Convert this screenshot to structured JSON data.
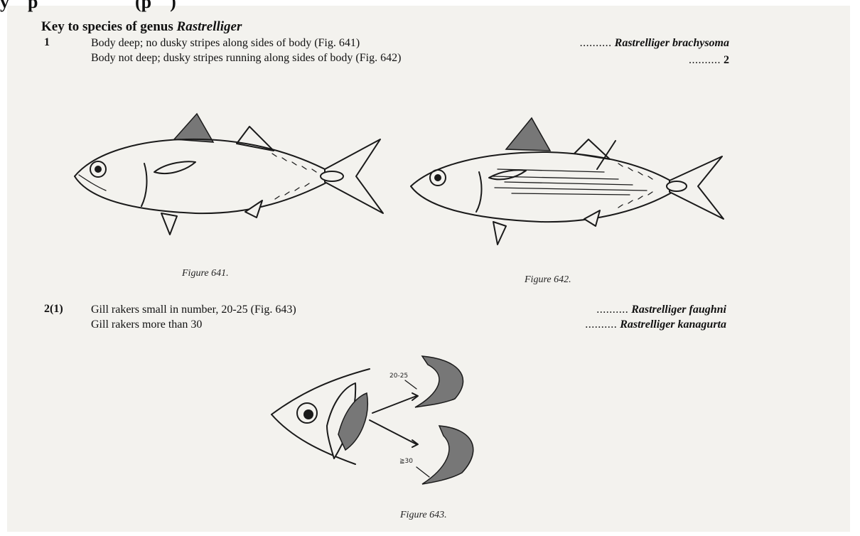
{
  "header_fragment": "y    p                     (p    )",
  "heading": {
    "prefix": "Key to species of genus ",
    "genus": "Rastrelliger"
  },
  "couplet1": {
    "number": "1",
    "lead_a": {
      "text": "Body deep; no dusky stripes along sides of body (Fig. 641)",
      "dots": "..........",
      "result": "Rastrelliger brachysoma"
    },
    "lead_b": {
      "text": "Body not deep; dusky stripes running along sides of body (Fig. 642)",
      "dots": "..........",
      "result": "2"
    }
  },
  "figures": {
    "fig641": {
      "caption": "Figure 641."
    },
    "fig642": {
      "caption": "Figure 642."
    },
    "fig643": {
      "caption": "Figure 643.",
      "label_upper": "20-25",
      "label_lower": "≧30"
    }
  },
  "couplet2": {
    "number": "2(1)",
    "lead_a": {
      "text": "Gill rakers small in number, 20-25 (Fig. 643)",
      "dots": "..........",
      "result": "Rastrelliger faughni"
    },
    "lead_b": {
      "text": "Gill rakers more than 30",
      "dots": "..........",
      "result": "Rastrelliger kanagurta"
    }
  }
}
